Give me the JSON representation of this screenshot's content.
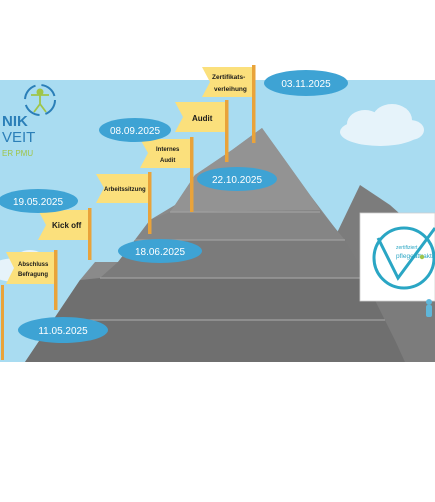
{
  "logo": {
    "line1": "NIK",
    "line2": "VEIT",
    "line3": "ER PMU"
  },
  "flags": [
    {
      "id": "abschluss-befragung",
      "line1": "Abschluss",
      "line2": "Befragung"
    },
    {
      "id": "kick-off",
      "line1": "Kick off",
      "line2": ""
    },
    {
      "id": "arbeitssitzung",
      "line1": "Arbeitssitzung",
      "line2": ""
    },
    {
      "id": "internes-audit",
      "line1": "Internes",
      "line2": "Audit"
    },
    {
      "id": "audit",
      "line1": "Audit",
      "line2": ""
    },
    {
      "id": "zertifikatsverleihung",
      "line1": "Zertifikats-",
      "line2": "verleihung"
    }
  ],
  "dates": [
    {
      "id": "11-05",
      "text": "11.05.2025"
    },
    {
      "id": "19-05",
      "text": "19.05.2025"
    },
    {
      "id": "18-06",
      "text": "18.06.2025"
    },
    {
      "id": "08-09",
      "text": "08.09.2025"
    },
    {
      "id": "22-10",
      "text": "22.10.2025"
    },
    {
      "id": "03-11",
      "text": "03.11.2025"
    }
  ],
  "badge": {
    "line1": "zertifiziert",
    "line2": "pflegeattraktiv"
  },
  "colors": {
    "sky": "#a9dcf1",
    "cloud": "#e6f3fa",
    "mountain_dark": "#6d6d6d",
    "mountain_light": "#8f8f8f",
    "ridge": "#bfbfbf",
    "flag": "#fbe07c",
    "pole": "#e9a33a",
    "date_bubble": "#3ea3d4",
    "logo_green": "#9fc54a",
    "logo_blue": "#2b7fb8",
    "badge_teal": "#2aa6c4"
  }
}
